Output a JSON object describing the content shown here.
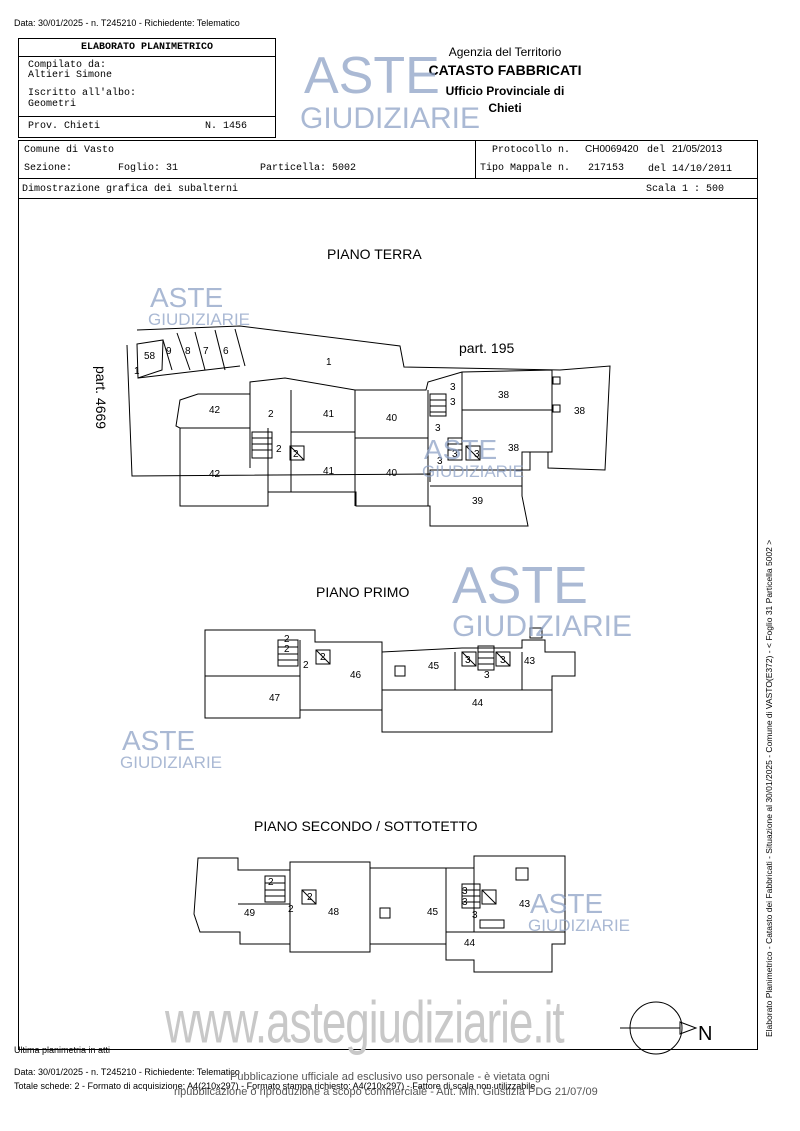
{
  "top_header": "Data: 30/01/2025 - n. T245210 - Richiedente: Telematico",
  "form": {
    "title": "ELABORATO PLANIMETRICO",
    "compilato_label": "Compilato da:",
    "compilato_name": "Altieri Simone",
    "iscritto_label": "Iscritto all'albo:",
    "iscritto_value": "Geometri",
    "prov": "Prov. Chieti",
    "numero": "N. 1456"
  },
  "agency": {
    "line1": "Agenzia del Territorio",
    "line2": "CATASTO FABBRICATI",
    "line3": "Ufficio Provinciale di",
    "line4": "Chieti"
  },
  "info": {
    "comune": "Comune di Vasto",
    "sezione": "Sezione:",
    "foglio": "Foglio: 31",
    "particella": "Particella: 5002",
    "protocollo_label": "Protocollo n.",
    "protocollo_value": "CH0069420",
    "protocollo_del": "del",
    "protocollo_date": "21/05/2013",
    "tipo_label": "Tipo Mappale n.",
    "tipo_value": "217153",
    "tipo_date": "del 14/10/2011",
    "dimostrazione": "Dimostrazione grafica dei subalterni",
    "scala": "Scala 1 : 500"
  },
  "floors": {
    "terra": "PIANO TERRA",
    "primo": "PIANO PRIMO",
    "secondo": "PIANO SECONDO / SOTTOTETTO"
  },
  "plan_labels": {
    "part195": "part. 195",
    "part4669": "part. 4669",
    "north": "N"
  },
  "watermark": {
    "aste": "ASTE",
    "giudiziarie": "GIUDIZIARIE",
    "url": "www.astegiudiziarie.it"
  },
  "side_text": "Elaborato Planimetrico - Catasto dei Fabbricati - Situazione al 30/01/2025 - Comune di VASTO(E372) - < Foglio 31 Particella 5002 >",
  "footer": {
    "ultima": "Ultima planimetria in atti",
    "data_line": "Data: 30/01/2025 - n. T245210 - Richiedente: Telematico",
    "schede_line": "Totale schede: 2 - Formato di acquisizione: A4(210x297) - Formato stampa richiesto: A4(210x297) - Fattore di scala non utilizzabile",
    "pub1": "Pubblicazione ufficiale ad esclusivo uso personale - è vietata ogni",
    "pub2": "ripubblicazione o riproduzione a scopo commerciale - Aut. Min. Giustizia PDG 21/07/09"
  },
  "colors": {
    "watermark_blue": "#8ea2c6",
    "watermark_gray": "#c8c8c8",
    "line": "#000000"
  }
}
